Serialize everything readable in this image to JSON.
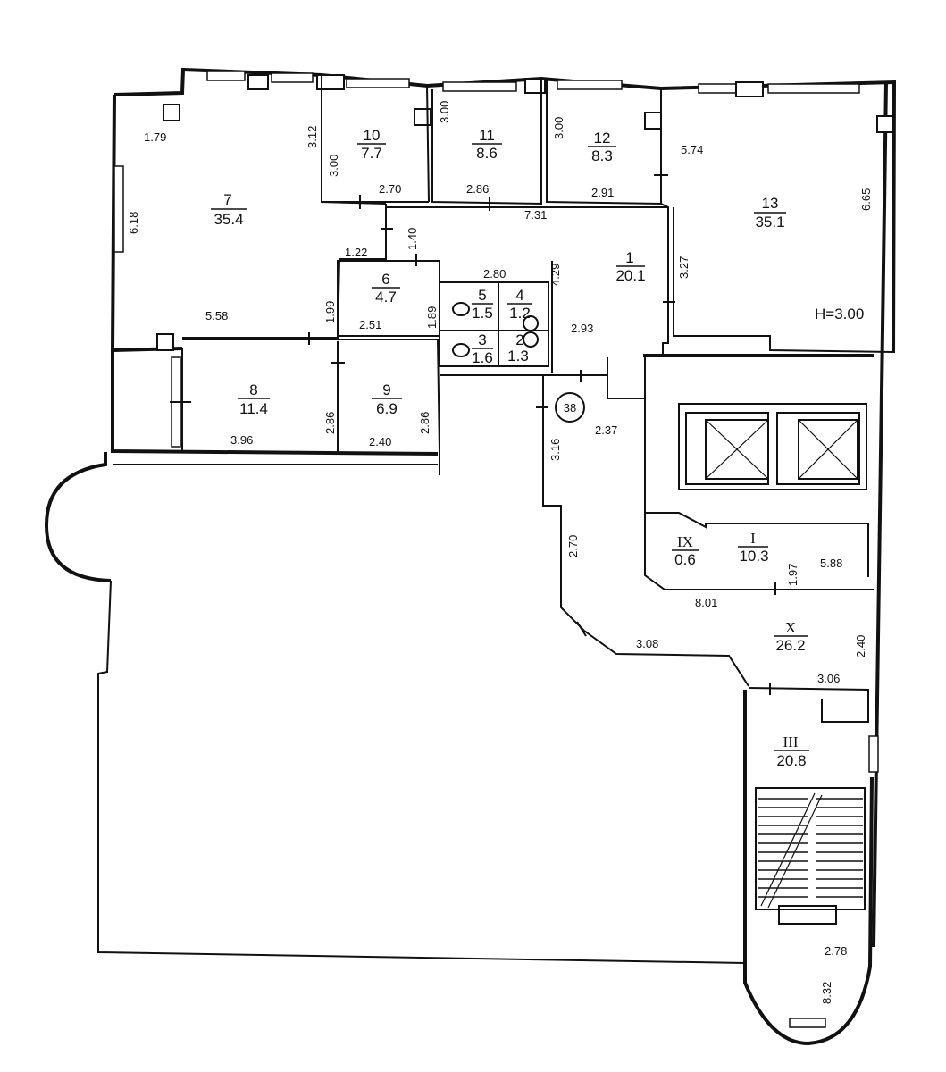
{
  "rooms": {
    "r1": {
      "num": "1",
      "area": "20.1"
    },
    "r2": {
      "num": "2",
      "area": "1.3"
    },
    "r3": {
      "num": "3",
      "area": "1.6"
    },
    "r4": {
      "num": "4",
      "area": "1.2"
    },
    "r5": {
      "num": "5",
      "area": "1.5"
    },
    "r6": {
      "num": "6",
      "area": "4.7"
    },
    "r7": {
      "num": "7",
      "area": "35.4"
    },
    "r8": {
      "num": "8",
      "area": "11.4"
    },
    "r9": {
      "num": "9",
      "area": "6.9"
    },
    "r10": {
      "num": "10",
      "area": "7.7"
    },
    "r11": {
      "num": "11",
      "area": "8.6"
    },
    "r12": {
      "num": "12",
      "area": "8.3"
    },
    "r13": {
      "num": "13",
      "area": "35.1"
    },
    "rI": {
      "num": "I",
      "area": "10.3"
    },
    "rIII": {
      "num": "III",
      "area": "20.8"
    },
    "rIX": {
      "num": "IX",
      "area": "0.6"
    },
    "rX": {
      "num": "X",
      "area": "26.2"
    }
  },
  "dimensions": {
    "d_1_79": "1.79",
    "d_3_12": "3.12",
    "d_3_00_a": "3.00",
    "d_3_00_b": "3.00",
    "d_3_00_c": "3.00",
    "d_5_74": "5.74",
    "d_6_65": "6.65",
    "d_6_18": "6.18",
    "d_2_70_a": "2.70",
    "d_2_86_a": "2.86",
    "d_2_91": "2.91",
    "d_7_31": "7.31",
    "d_1_22": "1.22",
    "d_1_40": "1.40",
    "d_3_27": "3.27",
    "d_4_29": "4.29",
    "d_2_80": "2.80",
    "d_1_99": "1.99",
    "d_1_89": "1.89",
    "d_5_58": "5.58",
    "d_2_51": "2.51",
    "d_2_93": "2.93",
    "d_2_86_b": "2.86",
    "d_2_86_c": "2.86",
    "d_3_96": "3.96",
    "d_2_40_a": "2.40",
    "d_3_16": "3.16",
    "d_2_37": "2.37",
    "d_2_70_b": "2.70",
    "d_1_97": "1.97",
    "d_5_88": "5.88",
    "d_8_01": "8.01",
    "d_3_08": "3.08",
    "d_2_40_b": "2.40",
    "d_3_06": "3.06",
    "d_2_78": "2.78",
    "d_8_32": "8.32"
  },
  "ceiling_height": "H=3.00",
  "section_marker": "38"
}
